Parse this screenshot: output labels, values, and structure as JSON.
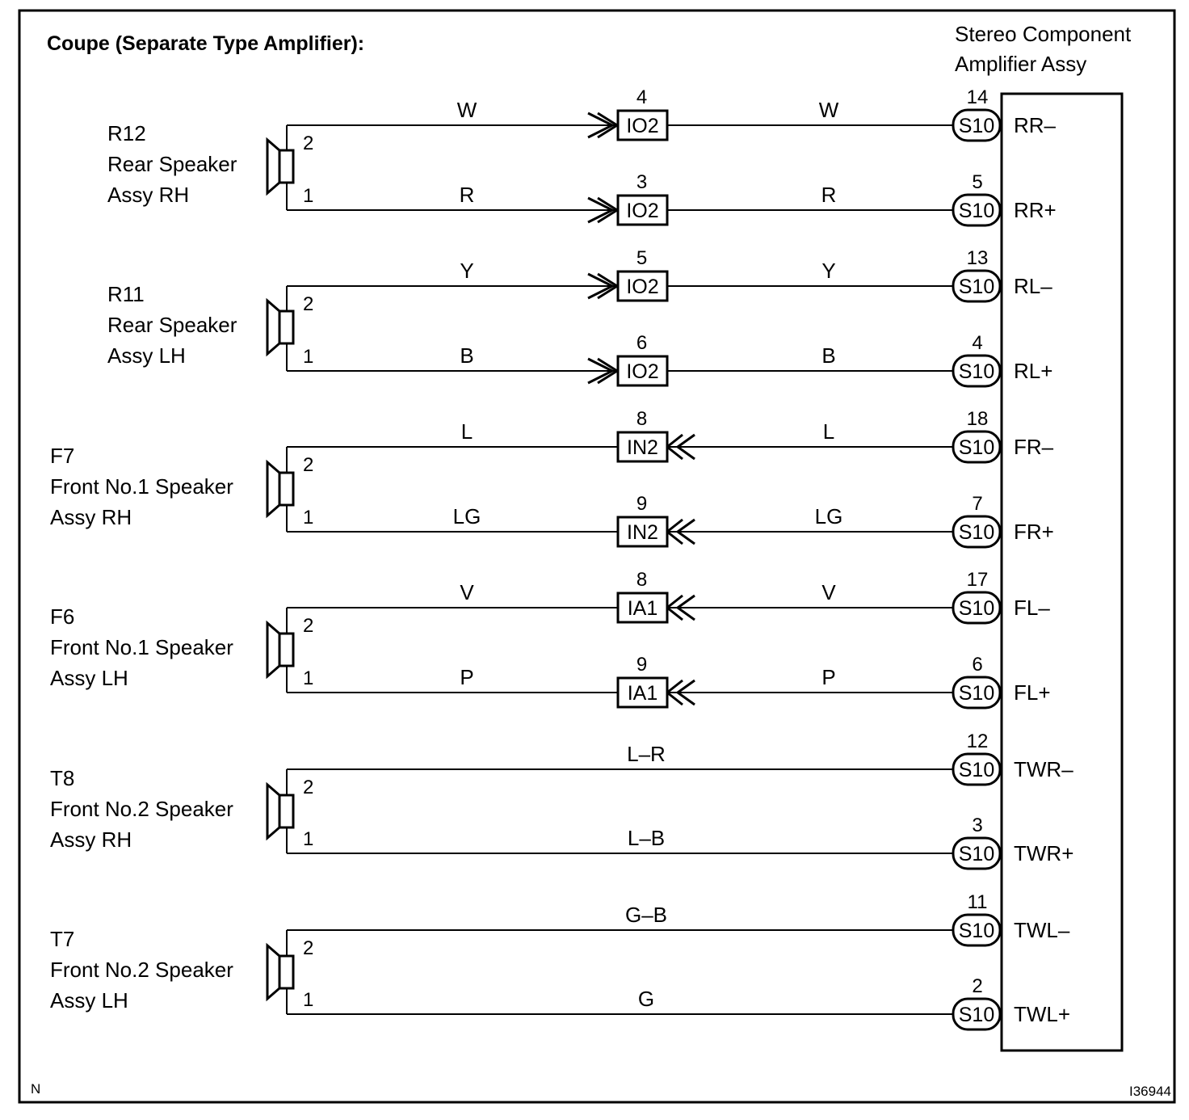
{
  "title": "Coupe (Separate Type Amplifier):",
  "amplifier": {
    "name_line1": "Stereo Component",
    "name_line2": "Amplifier Assy",
    "connector": "S10"
  },
  "speakers": [
    {
      "id": "R12",
      "line1": "Rear Speaker",
      "line2": "Assy RH"
    },
    {
      "id": "R11",
      "line1": "Rear Speaker",
      "line2": "Assy LH"
    },
    {
      "id": "F7",
      "line1": "Front No.1 Speaker",
      "line2": "Assy RH"
    },
    {
      "id": "F6",
      "line1": "Front No.1 Speaker",
      "line2": "Assy LH"
    },
    {
      "id": "T8",
      "line1": "Front No.2 Speaker",
      "line2": "Assy RH"
    },
    {
      "id": "T7",
      "line1": "Front No.2 Speaker",
      "line2": "Assy LH"
    }
  ],
  "wires": [
    {
      "speaker_pin": "2",
      "left_color": "W",
      "junction": "IO2",
      "junction_pin": "4",
      "junction_type": "out",
      "right_color": "W",
      "amp_pin": "14",
      "terminal": "RR–"
    },
    {
      "speaker_pin": "1",
      "left_color": "R",
      "junction": "IO2",
      "junction_pin": "3",
      "junction_type": "out",
      "right_color": "R",
      "amp_pin": "5",
      "terminal": "RR+"
    },
    {
      "speaker_pin": "2",
      "left_color": "Y",
      "junction": "IO2",
      "junction_pin": "5",
      "junction_type": "out",
      "right_color": "Y",
      "amp_pin": "13",
      "terminal": "RL–"
    },
    {
      "speaker_pin": "1",
      "left_color": "B",
      "junction": "IO2",
      "junction_pin": "6",
      "junction_type": "out",
      "right_color": "B",
      "amp_pin": "4",
      "terminal": "RL+"
    },
    {
      "speaker_pin": "2",
      "left_color": "L",
      "junction": "IN2",
      "junction_pin": "8",
      "junction_type": "in",
      "right_color": "L",
      "amp_pin": "18",
      "terminal": "FR–"
    },
    {
      "speaker_pin": "1",
      "left_color": "LG",
      "junction": "IN2",
      "junction_pin": "9",
      "junction_type": "in",
      "right_color": "LG",
      "amp_pin": "7",
      "terminal": "FR+"
    },
    {
      "speaker_pin": "2",
      "left_color": "V",
      "junction": "IA1",
      "junction_pin": "8",
      "junction_type": "in",
      "right_color": "V",
      "amp_pin": "17",
      "terminal": "FL–"
    },
    {
      "speaker_pin": "1",
      "left_color": "P",
      "junction": "IA1",
      "junction_pin": "9",
      "junction_type": "in",
      "right_color": "P",
      "amp_pin": "6",
      "terminal": "FL+"
    },
    {
      "speaker_pin": "2",
      "color": "L–R",
      "amp_pin": "12",
      "terminal": "TWR–"
    },
    {
      "speaker_pin": "1",
      "color": "L–B",
      "amp_pin": "3",
      "terminal": "TWR+"
    },
    {
      "speaker_pin": "2",
      "color": "G–B",
      "amp_pin": "11",
      "terminal": "TWL–"
    },
    {
      "speaker_pin": "1",
      "color": "G",
      "amp_pin": "2",
      "terminal": "TWL+"
    }
  ],
  "footer_left": "N",
  "footer_right": "I36944"
}
